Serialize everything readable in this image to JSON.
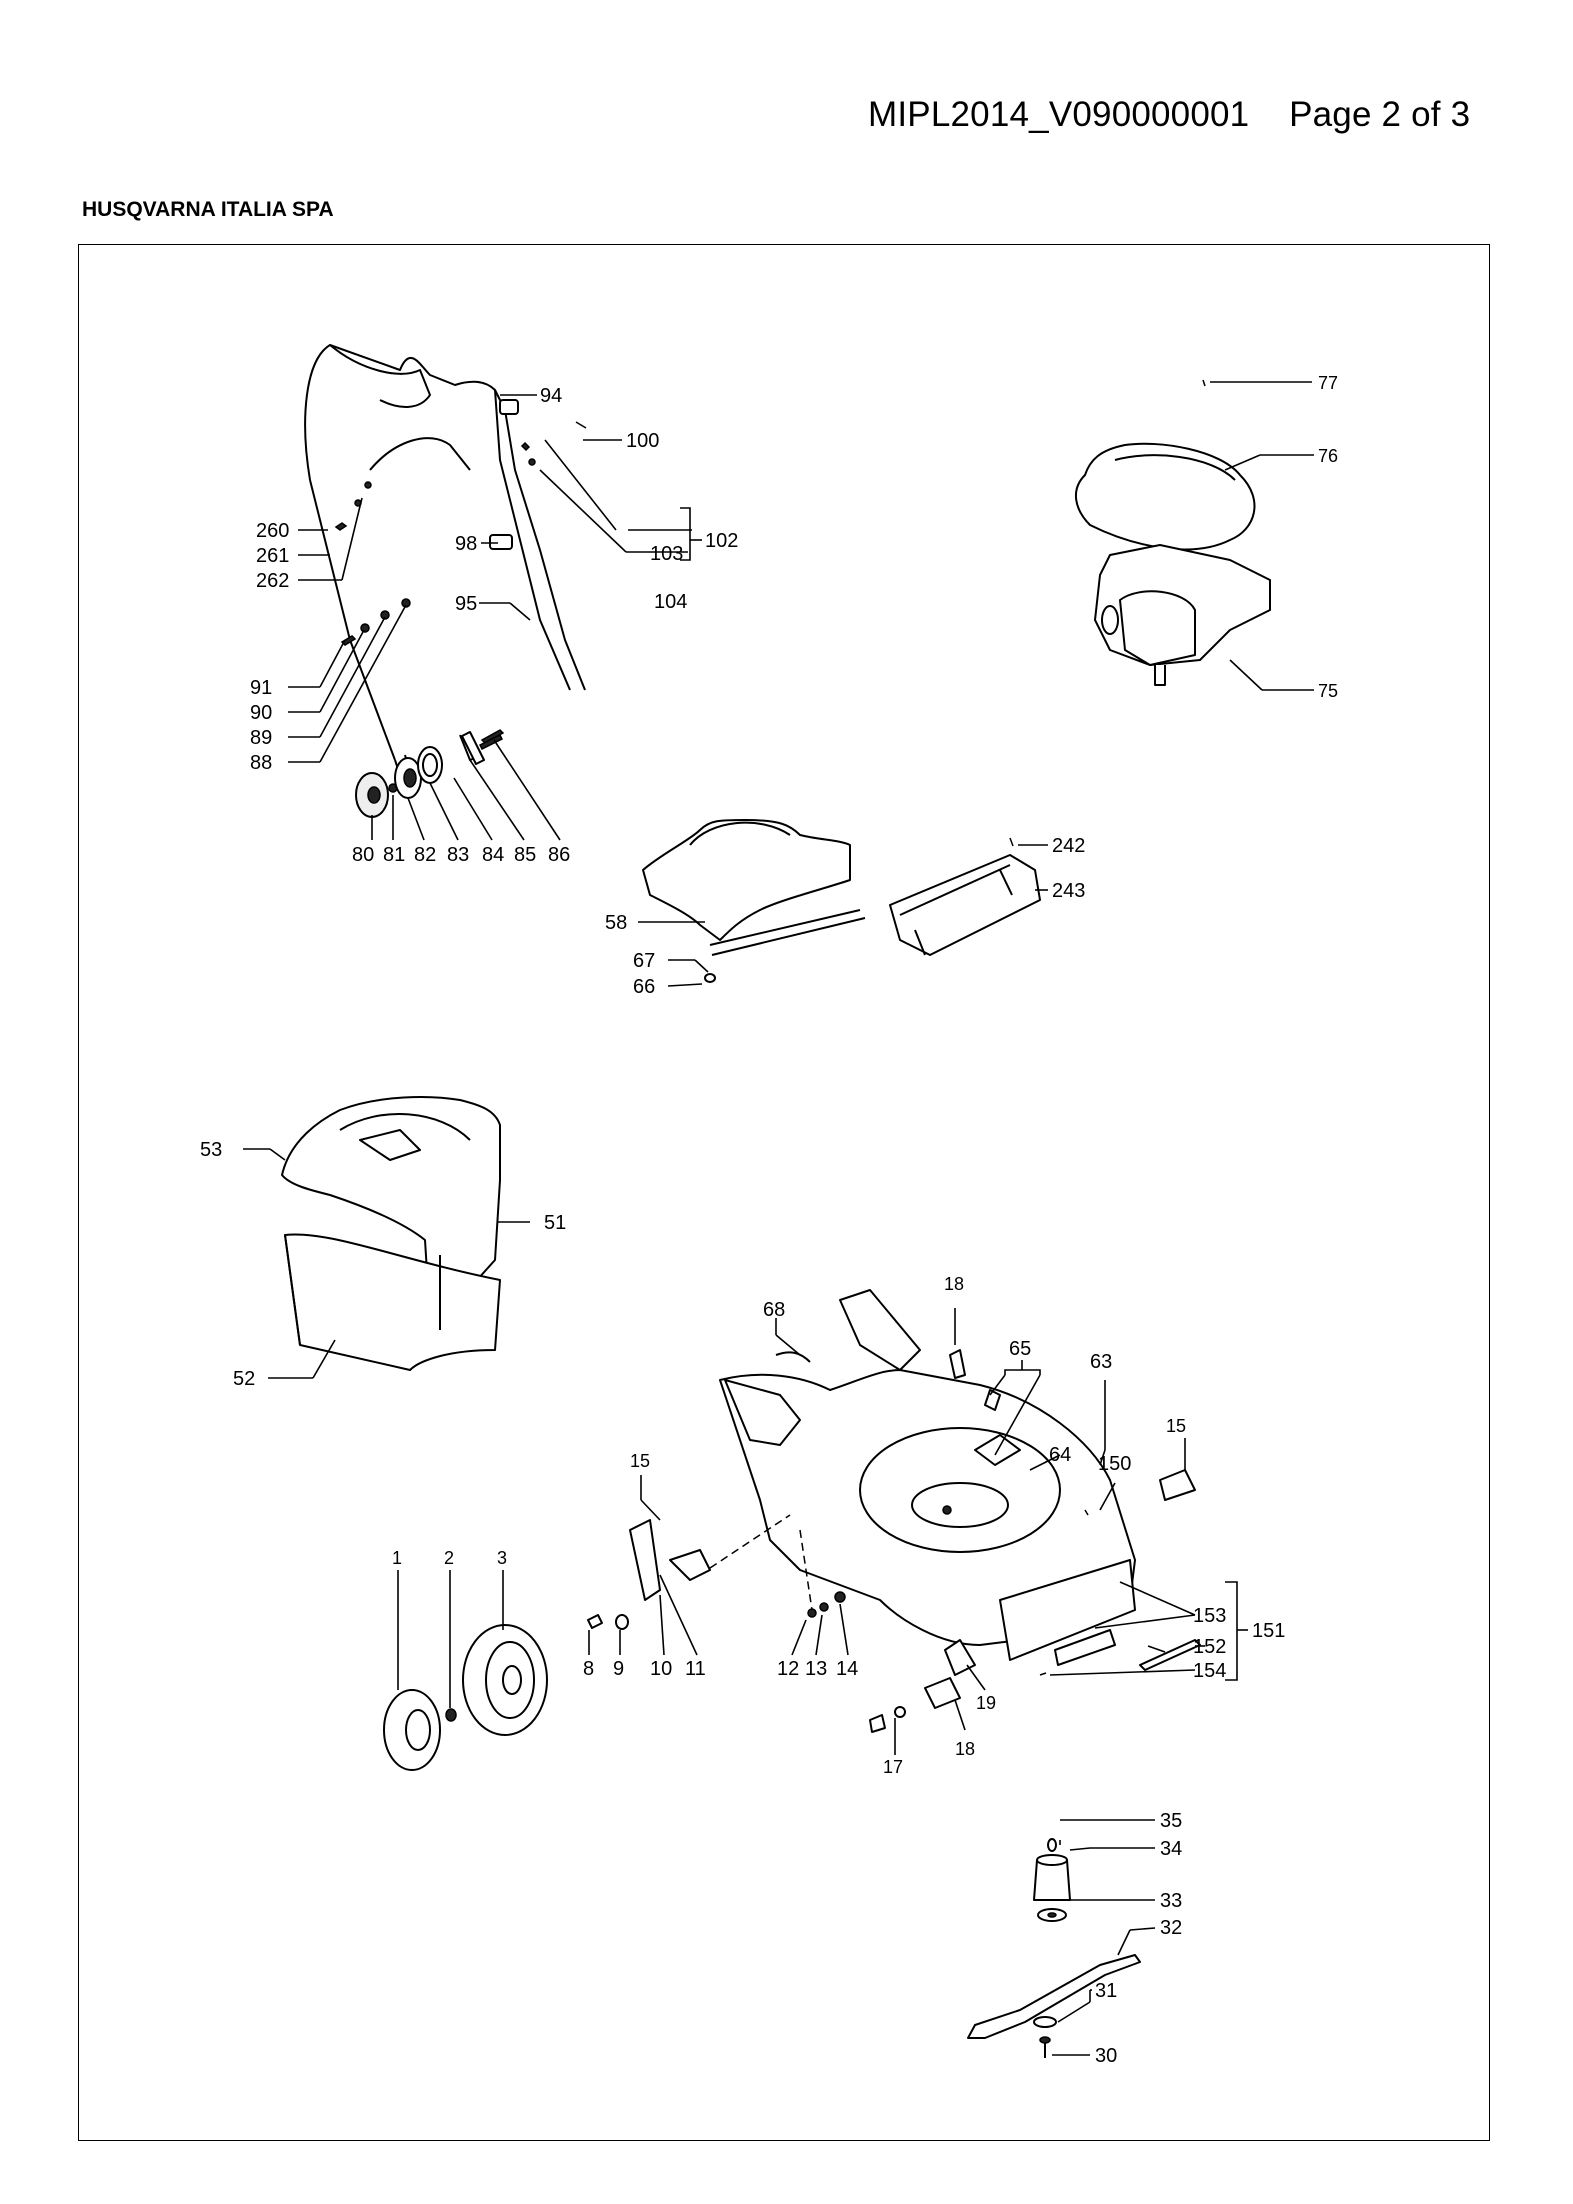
{
  "header": {
    "doc_id": "MIPL2014_V090000001",
    "page": "Page 2 of 3"
  },
  "company": "HUSQVARNA ITALIA SPA",
  "diagram": {
    "callouts": [
      {
        "id": "c94",
        "text": "94"
      },
      {
        "id": "c100",
        "text": "100"
      },
      {
        "id": "c77",
        "text": "77"
      },
      {
        "id": "c76",
        "text": "76"
      },
      {
        "id": "c260",
        "text": "260"
      },
      {
        "id": "c261",
        "text": "261"
      },
      {
        "id": "c262",
        "text": "262"
      },
      {
        "id": "c98",
        "text": "98"
      },
      {
        "id": "c103",
        "text": "103"
      },
      {
        "id": "c102",
        "text": "102"
      },
      {
        "id": "c104",
        "text": "104"
      },
      {
        "id": "c95",
        "text": "95"
      },
      {
        "id": "c75",
        "text": "75"
      },
      {
        "id": "c91",
        "text": "91"
      },
      {
        "id": "c90",
        "text": "90"
      },
      {
        "id": "c89",
        "text": "89"
      },
      {
        "id": "c88",
        "text": "88"
      },
      {
        "id": "c80",
        "text": "80"
      },
      {
        "id": "c81",
        "text": "81"
      },
      {
        "id": "c82",
        "text": "82"
      },
      {
        "id": "c83",
        "text": "83"
      },
      {
        "id": "c84",
        "text": "84"
      },
      {
        "id": "c85",
        "text": "85"
      },
      {
        "id": "c86",
        "text": "86"
      },
      {
        "id": "c242",
        "text": "242"
      },
      {
        "id": "c243",
        "text": "243"
      },
      {
        "id": "c58",
        "text": "58"
      },
      {
        "id": "c67",
        "text": "67"
      },
      {
        "id": "c66",
        "text": "66"
      },
      {
        "id": "c53",
        "text": "53"
      },
      {
        "id": "c51",
        "text": "51"
      },
      {
        "id": "c52",
        "text": "52"
      },
      {
        "id": "c18a",
        "text": "18"
      },
      {
        "id": "c68",
        "text": "68"
      },
      {
        "id": "c65",
        "text": "65"
      },
      {
        "id": "c63",
        "text": "63"
      },
      {
        "id": "c64",
        "text": "64"
      },
      {
        "id": "c15a",
        "text": "15"
      },
      {
        "id": "c150",
        "text": "150"
      },
      {
        "id": "c15b",
        "text": "15"
      },
      {
        "id": "c1",
        "text": "1"
      },
      {
        "id": "c2",
        "text": "2"
      },
      {
        "id": "c3",
        "text": "3"
      },
      {
        "id": "c8",
        "text": "8"
      },
      {
        "id": "c9",
        "text": "9"
      },
      {
        "id": "c10",
        "text": "10"
      },
      {
        "id": "c11",
        "text": "11"
      },
      {
        "id": "c12",
        "text": "12"
      },
      {
        "id": "c13",
        "text": "13"
      },
      {
        "id": "c14",
        "text": "14"
      },
      {
        "id": "c153",
        "text": "153"
      },
      {
        "id": "c152",
        "text": "152"
      },
      {
        "id": "c151",
        "text": "151"
      },
      {
        "id": "c154",
        "text": "154"
      },
      {
        "id": "c19",
        "text": "19"
      },
      {
        "id": "c17",
        "text": "17"
      },
      {
        "id": "c18b",
        "text": "18"
      },
      {
        "id": "c35",
        "text": "35"
      },
      {
        "id": "c34",
        "text": "34"
      },
      {
        "id": "c33",
        "text": "33"
      },
      {
        "id": "c32",
        "text": "32"
      },
      {
        "id": "c31",
        "text": "31"
      },
      {
        "id": "c30",
        "text": "30"
      }
    ]
  }
}
